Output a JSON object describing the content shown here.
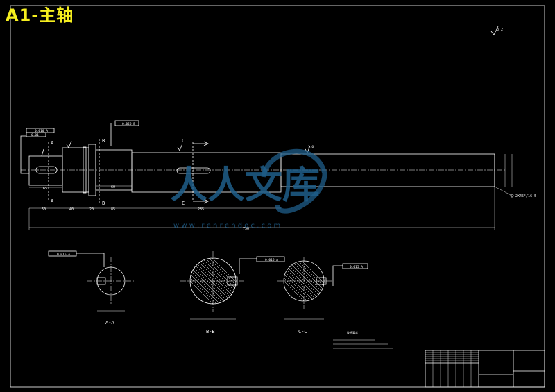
{
  "title": "A1-主轴",
  "views": {
    "labels": {
      "A": "A",
      "B": "B",
      "C": "C"
    },
    "section_labels": [
      "A-A",
      "B-B",
      "C-C"
    ]
  },
  "dimensions": {
    "overall_length": "750",
    "segments": [
      "50",
      "40",
      "20",
      "85",
      "285"
    ],
    "left_step": "65",
    "mid_step": "60",
    "chamfer": "2X45°/16.5"
  },
  "tolerances": {
    "runout": "0.010 A",
    "parallel": "0.01",
    "sym_a": "0.015 A",
    "sym_b": "0.015 A",
    "sym_c": "0.015 A",
    "top": "0.025 B"
  },
  "roughness": {
    "general": "1.6",
    "top_right": "3.2"
  },
  "watermark": {
    "big": "人人文库",
    "url": "w w w . r e n r e n d o c . c o m"
  },
  "notes_title": "技术要求"
}
